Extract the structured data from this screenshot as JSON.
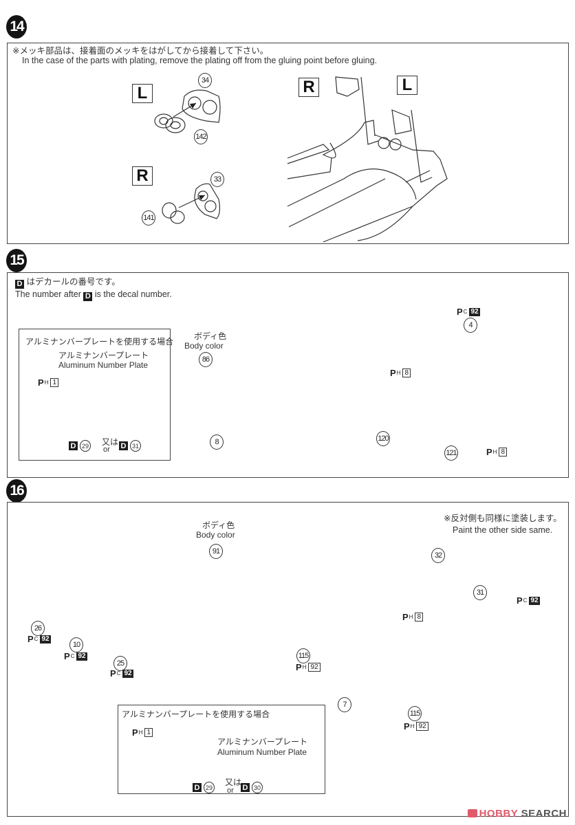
{
  "steps": [
    {
      "number": "14",
      "note_jp": "※メッキ部品は、接着面のメッキをはがしてから接着して下さい。",
      "note_en": "In the case of the parts with plating, remove the plating off from the gluing point before gluing.",
      "side_labels": {
        "left_L": "L",
        "left_R": "R",
        "right_R": "R",
        "right_L": "L"
      },
      "parts": {
        "p34": "34",
        "p142": "142",
        "p33": "33",
        "p141": "141"
      }
    },
    {
      "number": "15",
      "note_jp_suffix": "はデカールの番号です。",
      "note_en_prefix": "The number after",
      "note_en_suffix": "is the decal number.",
      "decal_letter": "D",
      "inset": {
        "title": "アルミナンバープレートを使用する場合",
        "plate_jp": "アルミナンバープレート",
        "plate_en": "Aluminum Number Plate",
        "paint_code": "1",
        "decal_a": "29",
        "decal_b": "31",
        "or_jp": "又は",
        "or_en": "or"
      },
      "body_color_jp": "ボディ色",
      "body_color_en": "Body color",
      "parts": {
        "p86": "86",
        "p8": "8",
        "p4": "4",
        "p120": "120",
        "p121": "121"
      },
      "paints": {
        "pc92_code": "92",
        "ph8_code": "8",
        "ph8b_code": "8"
      }
    },
    {
      "number": "16",
      "note_jp": "※反対側も同様に塗装します。",
      "note_en": "Paint the other side same.",
      "body_color_jp": "ボディ色",
      "body_color_en": "Body color",
      "parts": {
        "p91": "91",
        "p26": "26",
        "p10": "10",
        "p25": "25",
        "p32": "32",
        "p31": "31",
        "p115a": "115",
        "p115b": "115",
        "p7": "7"
      },
      "paints": {
        "pc92_a": "92",
        "pc92_b": "92",
        "pc92_c": "92",
        "pc92_d": "92",
        "ph8": "8",
        "ph92_a": "92",
        "ph92_b": "92"
      },
      "inset": {
        "title": "アルミナンバープレートを使用する場合",
        "plate_jp": "アルミナンバープレート",
        "plate_en": "Aluminum Number Plate",
        "paint_code": "1",
        "decal_a": "29",
        "decal_b": "30",
        "or_jp": "又は",
        "or_en": "or"
      }
    }
  ],
  "paint_prefix": {
    "p": "P",
    "c": "C",
    "h": "H"
  },
  "watermark": {
    "brand_a": "HOBBY",
    "brand_b": "SEARCH",
    "accent": "#e05a6a",
    "gray": "#555555"
  }
}
